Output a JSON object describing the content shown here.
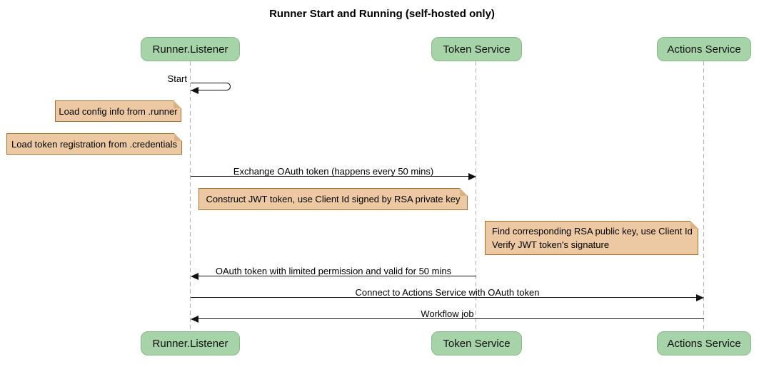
{
  "title": "Runner Start and Running (self-hosted only)",
  "participants": [
    {
      "label": "Runner.Listener"
    },
    {
      "label": "Token Service"
    },
    {
      "label": "Actions Service"
    }
  ],
  "messages": [
    {
      "label": "Start",
      "type": "self",
      "on": "Runner.Listener"
    },
    {
      "label": "Exchange OAuth token (happens every 50 mins)",
      "from": "Runner.Listener",
      "to": "Token Service"
    },
    {
      "label": "OAuth token with limited permission and valid for 50 mins",
      "from": "Token Service",
      "to": "Runner.Listener"
    },
    {
      "label": "Connect to Actions Service with OAuth token",
      "from": "Runner.Listener",
      "to": "Actions Service"
    },
    {
      "label": "Workflow job",
      "from": "Actions Service",
      "to": "Runner.Listener"
    }
  ],
  "notes": [
    {
      "lines": [
        "Load config info from .runner"
      ],
      "near": "Runner.Listener"
    },
    {
      "lines": [
        "Load token registration from .credentials"
      ],
      "near": "Runner.Listener"
    },
    {
      "lines": [
        "Construct JWT token, use Client Id signed by RSA private key"
      ],
      "near": "Runner.Listener/Token Service"
    },
    {
      "lines": [
        "Find corresponding RSA public key, use Client Id",
        "Verify JWT token's signature"
      ],
      "near": "Actions Service"
    }
  ],
  "colors": {
    "participant_fill": "#a7d3a9",
    "participant_border": "#89b88c",
    "note_fill": "#edc9a3",
    "note_border": "#a0702f",
    "lifeline": "#b0b0b0",
    "message_line": "#111111",
    "background": "#ffffff"
  }
}
